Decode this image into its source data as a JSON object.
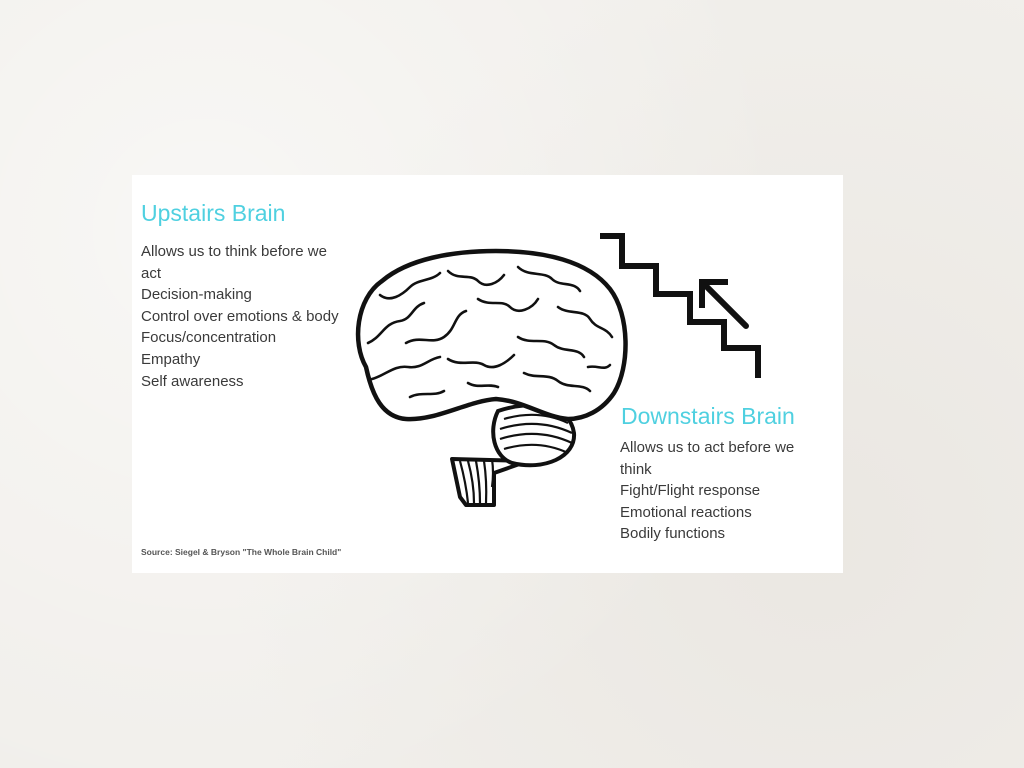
{
  "slide": {
    "upstairs": {
      "title": "Upstairs Brain",
      "items": [
        "Allows us to think before we act",
        "Decision-making",
        "Control over emotions & body",
        "Focus/concentration",
        "Empathy",
        "Self awareness"
      ]
    },
    "downstairs": {
      "title": "Downstairs Brain",
      "items": [
        "Allows us to act before we think",
        "Fight/Flight response",
        "Emotional reactions",
        "Bodily functions"
      ]
    },
    "source": "Source: Siegel & Bryson \"The Whole Brain Child\""
  },
  "icons": {
    "brain": "brain-illustration-icon",
    "stairs": "stairs-icon",
    "arrow": "up-arrow-icon"
  },
  "colors": {
    "heading": "#4fd0e0",
    "body_text": "#3a3a3a",
    "slide_background": "#ffffff",
    "page_background": "#f1efeb"
  }
}
